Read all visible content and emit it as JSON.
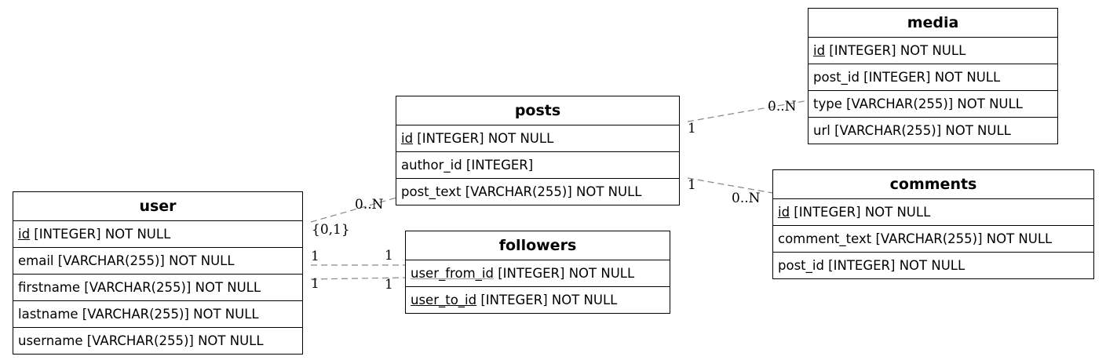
{
  "entities": {
    "media": {
      "title": "media",
      "rows": [
        {
          "key": "id",
          "rest": " [INTEGER] NOT NULL"
        },
        {
          "key": "",
          "rest": "post_id [INTEGER] NOT NULL"
        },
        {
          "key": "",
          "rest": "type [VARCHAR(255)] NOT NULL"
        },
        {
          "key": "",
          "rest": "url [VARCHAR(255)] NOT NULL"
        }
      ]
    },
    "posts": {
      "title": "posts",
      "rows": [
        {
          "key": "id",
          "rest": " [INTEGER] NOT NULL"
        },
        {
          "key": "",
          "rest": "author_id [INTEGER]"
        },
        {
          "key": "",
          "rest": "post_text [VARCHAR(255)] NOT NULL"
        }
      ]
    },
    "comments": {
      "title": "comments",
      "rows": [
        {
          "key": "id",
          "rest": " [INTEGER] NOT NULL"
        },
        {
          "key": "",
          "rest": "comment_text [VARCHAR(255)] NOT NULL"
        },
        {
          "key": "",
          "rest": "post_id [INTEGER] NOT NULL"
        }
      ]
    },
    "user": {
      "title": "user",
      "rows": [
        {
          "key": "id",
          "rest": " [INTEGER] NOT NULL"
        },
        {
          "key": "",
          "rest": "email [VARCHAR(255)] NOT NULL"
        },
        {
          "key": "",
          "rest": "firstname [VARCHAR(255)] NOT NULL"
        },
        {
          "key": "",
          "rest": "lastname [VARCHAR(255)] NOT NULL"
        },
        {
          "key": "",
          "rest": "username [VARCHAR(255)] NOT NULL"
        }
      ]
    },
    "followers": {
      "title": "followers",
      "rows": [
        {
          "key": "user_from_id",
          "rest": " [INTEGER] NOT NULL"
        },
        {
          "key": "user_to_id",
          "rest": " [INTEGER] NOT NULL"
        }
      ]
    }
  },
  "cardinalities": {
    "posts_media_posts_side": "1",
    "posts_media_media_side": "0..N",
    "posts_comments_posts_side": "1",
    "posts_comments_comments_side": "0..N",
    "user_posts_user_side": "{0,1}",
    "user_posts_posts_side": "0..N",
    "user_followers_from_user_side": "1",
    "user_followers_from_followers_side": "1",
    "user_followers_to_user_side": "1",
    "user_followers_to_followers_side": "1"
  },
  "colors": {
    "connector": "#888888",
    "border": "#000000"
  }
}
